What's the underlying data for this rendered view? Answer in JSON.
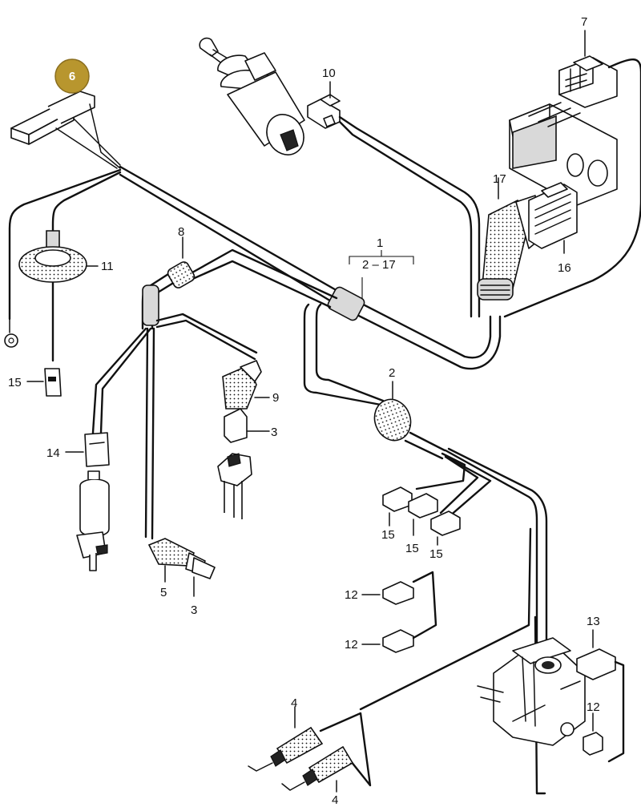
{
  "highlight": {
    "label": "6",
    "color": "#b8962e"
  },
  "callouts": {
    "c1": "1",
    "c1_range": "2 – 17",
    "c2": "2",
    "c3a": "3",
    "c3b": "3",
    "c4a": "4",
    "c4b": "4",
    "c5": "5",
    "c7": "7",
    "c8": "8",
    "c9": "9",
    "c10": "10",
    "c11": "11",
    "c12a": "12",
    "c12b": "12",
    "c12c": "12",
    "c13": "13",
    "c14": "14",
    "c15a": "15",
    "c15b": "15",
    "c15c": "15",
    "c15d": "15",
    "c16": "16",
    "c17": "17"
  }
}
